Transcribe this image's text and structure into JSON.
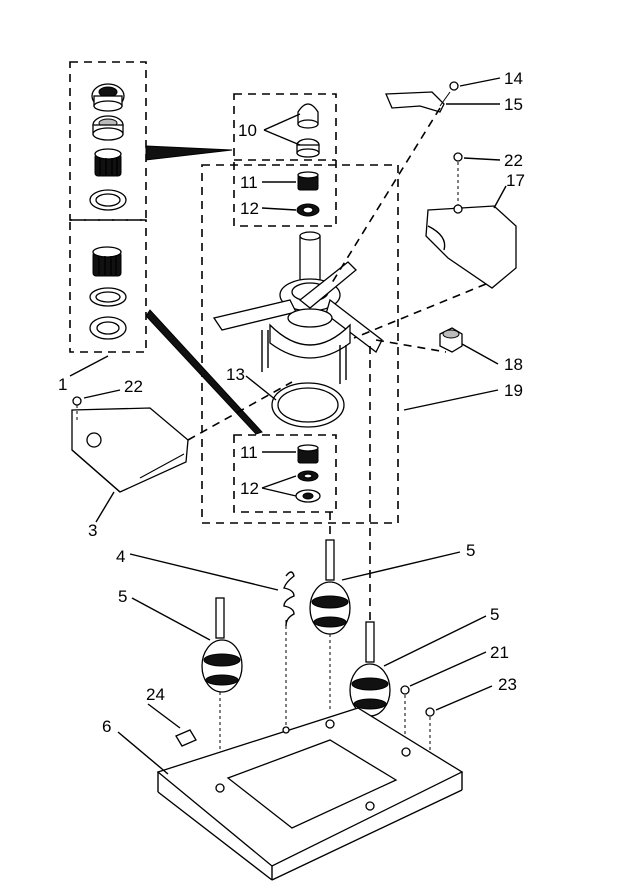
{
  "callouts": [
    {
      "id": "1",
      "text": "1"
    },
    {
      "id": "3",
      "text": "3"
    },
    {
      "id": "4",
      "text": "4"
    },
    {
      "id": "5a",
      "text": "5"
    },
    {
      "id": "5b",
      "text": "5"
    },
    {
      "id": "5c",
      "text": "5"
    },
    {
      "id": "6",
      "text": "6"
    },
    {
      "id": "10",
      "text": "10"
    },
    {
      "id": "11a",
      "text": "11"
    },
    {
      "id": "11b",
      "text": "11"
    },
    {
      "id": "12a",
      "text": "12"
    },
    {
      "id": "12b",
      "text": "12"
    },
    {
      "id": "13",
      "text": "13"
    },
    {
      "id": "14",
      "text": "14"
    },
    {
      "id": "15",
      "text": "15"
    },
    {
      "id": "17",
      "text": "17"
    },
    {
      "id": "18",
      "text": "18"
    },
    {
      "id": "19",
      "text": "19"
    },
    {
      "id": "21",
      "text": "21"
    },
    {
      "id": "22a",
      "text": "22"
    },
    {
      "id": "22b",
      "text": "22"
    },
    {
      "id": "23",
      "text": "23"
    },
    {
      "id": "24",
      "text": "24"
    }
  ]
}
